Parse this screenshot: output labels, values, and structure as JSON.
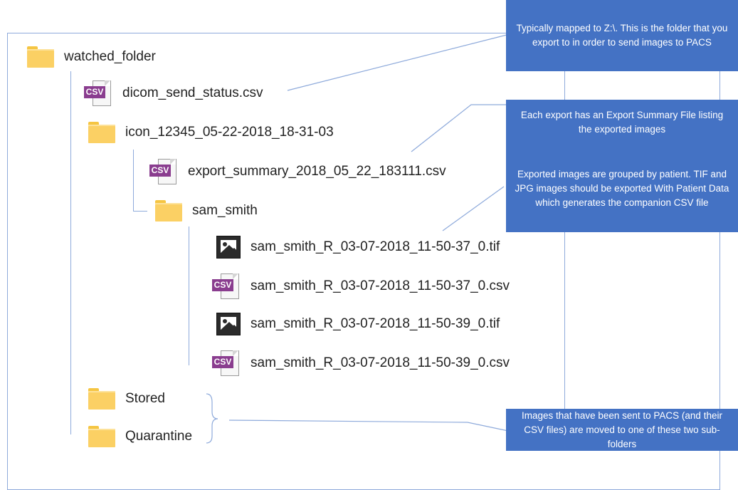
{
  "tree": {
    "root": "watched_folder",
    "status_file": "dicom_send_status.csv",
    "export_folder": "icon_12345_05-22-2018_18-31-03",
    "summary_file": "export_summary_2018_05_22_183111.csv",
    "patient_folder": "sam_smith",
    "patient_files": [
      "sam_smith_R_03-07-2018_11-50-37_0.tif",
      "sam_smith_R_03-07-2018_11-50-37_0.csv",
      "sam_smith_R_03-07-2018_11-50-39_0.tif",
      "sam_smith_R_03-07-2018_11-50-39_0.csv"
    ],
    "stored_folder": "Stored",
    "quarantine_folder": "Quarantine"
  },
  "icons": {
    "csv_badge": "CSV",
    "folder": "folder-icon",
    "csv": "csv-file-icon",
    "image": "image-file-icon"
  },
  "callouts": [
    "Typically mapped to Z:\\. This is the folder that you export to in order to send images to PACS",
    "Each export has an Export Summary File listing the exported images",
    "Exported images are grouped by patient. TIF and JPG images should be exported With Patient Data which generates the companion CSV file",
    "Images that have been sent to PACS (and their CSV files) are moved to one of these two sub-folders"
  ],
  "colors": {
    "callout_fill": "#4472c4",
    "line": "#8eaadb",
    "folder": "#fbd064",
    "csv_badge": "#8a3d8f"
  }
}
